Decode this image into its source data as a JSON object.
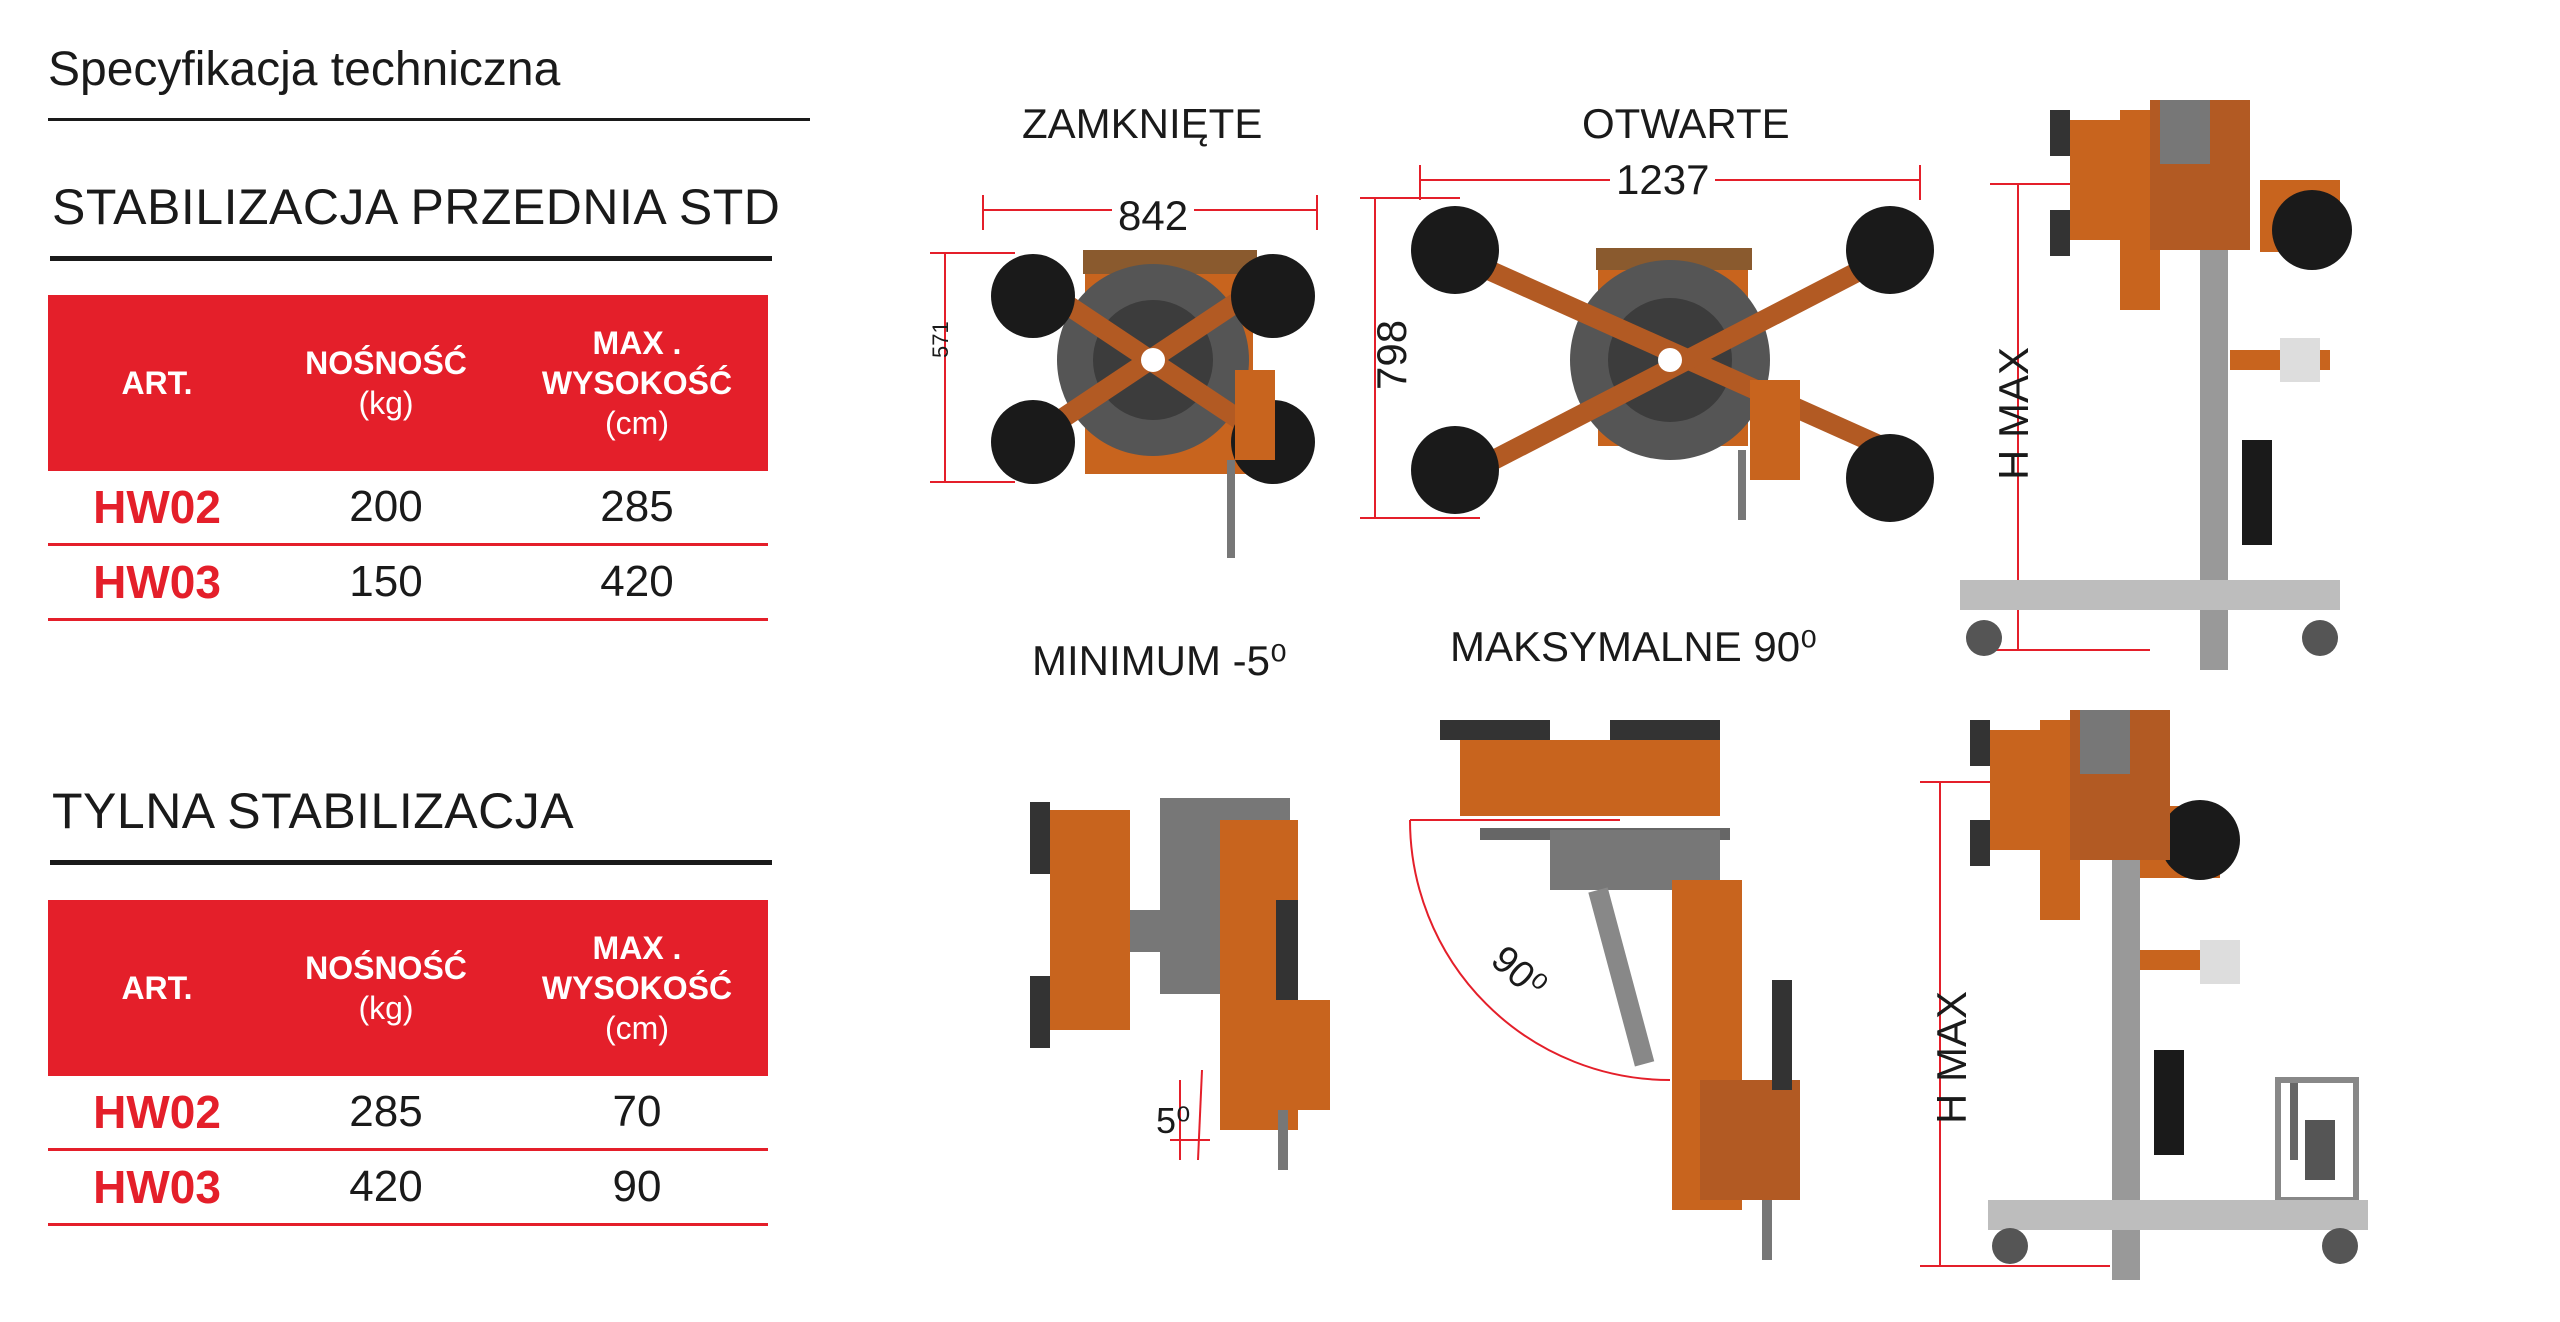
{
  "page_title": "Specyfikacja techniczna",
  "colors": {
    "accent": "#e41f2a",
    "machine_orange": "#c8641e",
    "machine_grey": "#7a7a7a"
  },
  "sections": [
    {
      "title": "STABILIZACJA PRZEDNIA STD",
      "headers": {
        "art": "ART.",
        "capacity": "NOŚNOŚĆ",
        "capacity_unit": "(kg)",
        "height_l1": "MAX .",
        "height_l2": "WYSOKOŚĆ",
        "height_unit": "(cm)"
      },
      "rows": [
        {
          "art": "HW02",
          "capacity": "200",
          "height": "285"
        },
        {
          "art": "HW03",
          "capacity": "150",
          "height": "420"
        }
      ]
    },
    {
      "title": "TYLNA STABILIZACJA",
      "headers": {
        "art": "ART.",
        "capacity": "NOŚNOŚĆ",
        "capacity_unit": "(kg)",
        "height_l1": "MAX .",
        "height_l2": "WYSOKOŚĆ",
        "height_unit": "(cm)"
      },
      "rows": [
        {
          "art": "HW02",
          "capacity": "285",
          "height": "70"
        },
        {
          "art": "HW03",
          "capacity": "420",
          "height": "90"
        }
      ]
    }
  ],
  "diagrams": {
    "closed": {
      "label": "ZAMKNIĘTE",
      "width": "842",
      "height": "571"
    },
    "open": {
      "label": "OTWARTE",
      "width": "1237",
      "height": "798"
    },
    "minimum": {
      "label": "MINIMUM -5⁰",
      "angle": "5⁰"
    },
    "maximum": {
      "label": "MAKSYMALNE 90⁰",
      "angle": "90⁰"
    },
    "side_front": {
      "label": "H MAX"
    },
    "side_rear": {
      "label": "H MAX"
    }
  }
}
